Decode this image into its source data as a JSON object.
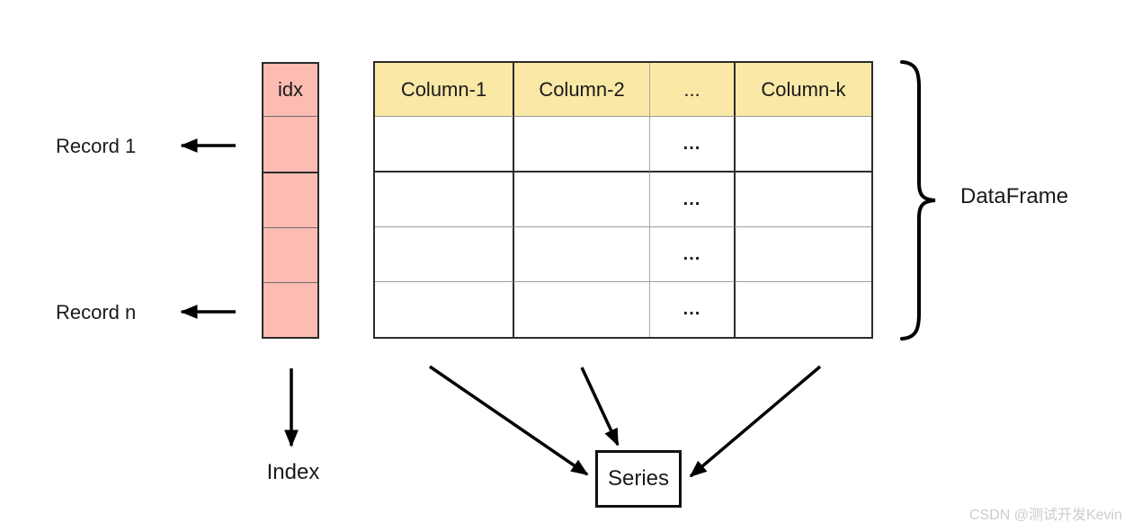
{
  "idx_column": {
    "header": "idx"
  },
  "table": {
    "headers": [
      "Column-1",
      "Column-2",
      "...",
      "Column-k"
    ],
    "ellipsis": "..."
  },
  "labels": {
    "record_1": "Record 1",
    "record_n": "Record n",
    "index": "Index",
    "series": "Series",
    "dataframe": "DataFrame"
  },
  "colors": {
    "index_fill": "#fcbcb2",
    "header_fill": "#fae8a6",
    "border_dark": "#2b2b2b",
    "border_light": "#9e9e9e",
    "arrow": "#000000",
    "watermark": "#cccccc"
  },
  "watermark": "CSDN @测试开发Kevin"
}
